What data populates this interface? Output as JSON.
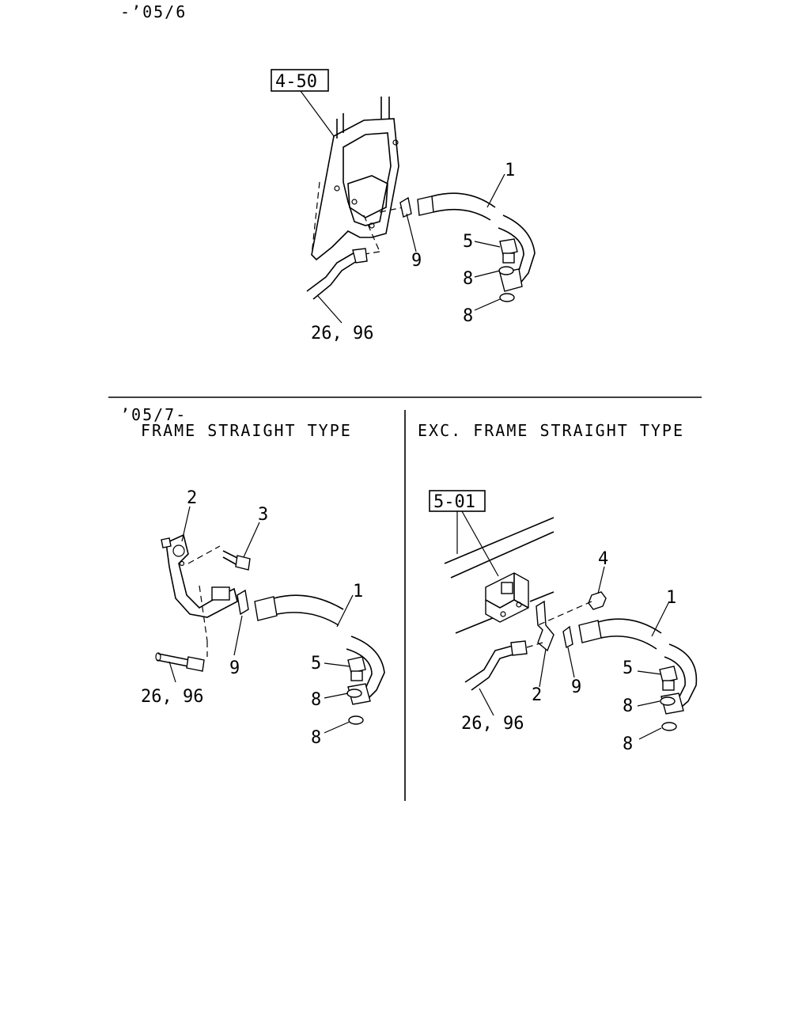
{
  "labels": {
    "top_period": "-’05/6",
    "bottom_period": "’05/7-",
    "left_type": "FRAME STRAIGHT TYPE",
    "right_type": "EXC. FRAME STRAIGHT TYPE"
  },
  "refs": {
    "top_ref": "4-50",
    "right_ref": "5-01"
  },
  "callouts": {
    "top": {
      "c1": "1",
      "c5": "5",
      "c8a": "8",
      "c8b": "8",
      "c9": "9",
      "c26": "26, 96"
    },
    "left": {
      "c1": "1",
      "c2": "2",
      "c3": "3",
      "c5": "5",
      "c8a": "8",
      "c8b": "8",
      "c9": "9",
      "c26": "26, 96"
    },
    "right": {
      "c1": "1",
      "c2": "2",
      "c4": "4",
      "c5": "5",
      "c8a": "8",
      "c8b": "8",
      "c9": "9",
      "c26": "26, 96"
    }
  }
}
